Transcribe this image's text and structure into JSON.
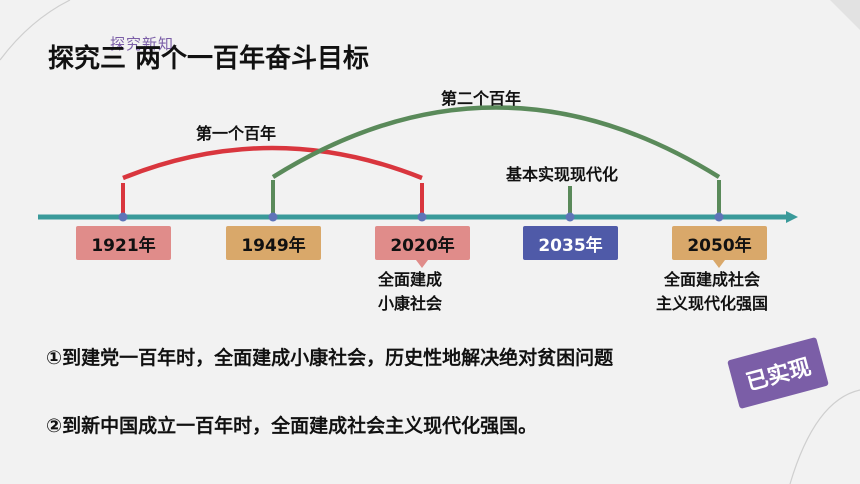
{
  "header": {
    "section_tag": "探究新知",
    "title": "探究三 两个一百年奋斗目标"
  },
  "timeline": {
    "arcs": {
      "first_label": "第一个百年",
      "second_label": "第二个百年"
    },
    "milestone_label": "基本实现现代化",
    "years": [
      {
        "label": "1921年",
        "color": "#e08c8a"
      },
      {
        "label": "1949年",
        "color": "#d9a86a"
      },
      {
        "label": "2020年",
        "color": "#e08c8a"
      },
      {
        "label": "2035年",
        "color": "#4f5aa8"
      },
      {
        "label": "2050年",
        "color": "#d9a86a"
      }
    ],
    "captions": {
      "y2020_line1": "全面建成",
      "y2020_line2": "小康社会",
      "y2050_line1": "全面建成社会",
      "y2050_line2": "主义现代化强国"
    }
  },
  "goals": {
    "goal1": "①到建党一百年时，全面建成小康社会，历史性地解决绝对贫困问题",
    "goal2": "②到新中国成立一百年时，全面建成社会主义现代化强国。"
  },
  "stamp": "已实现",
  "colors": {
    "axis": "#3a9a9a",
    "first_arc": "#d9363e",
    "second_arc": "#5a8a5a",
    "stamp": "#7b5ea7"
  }
}
